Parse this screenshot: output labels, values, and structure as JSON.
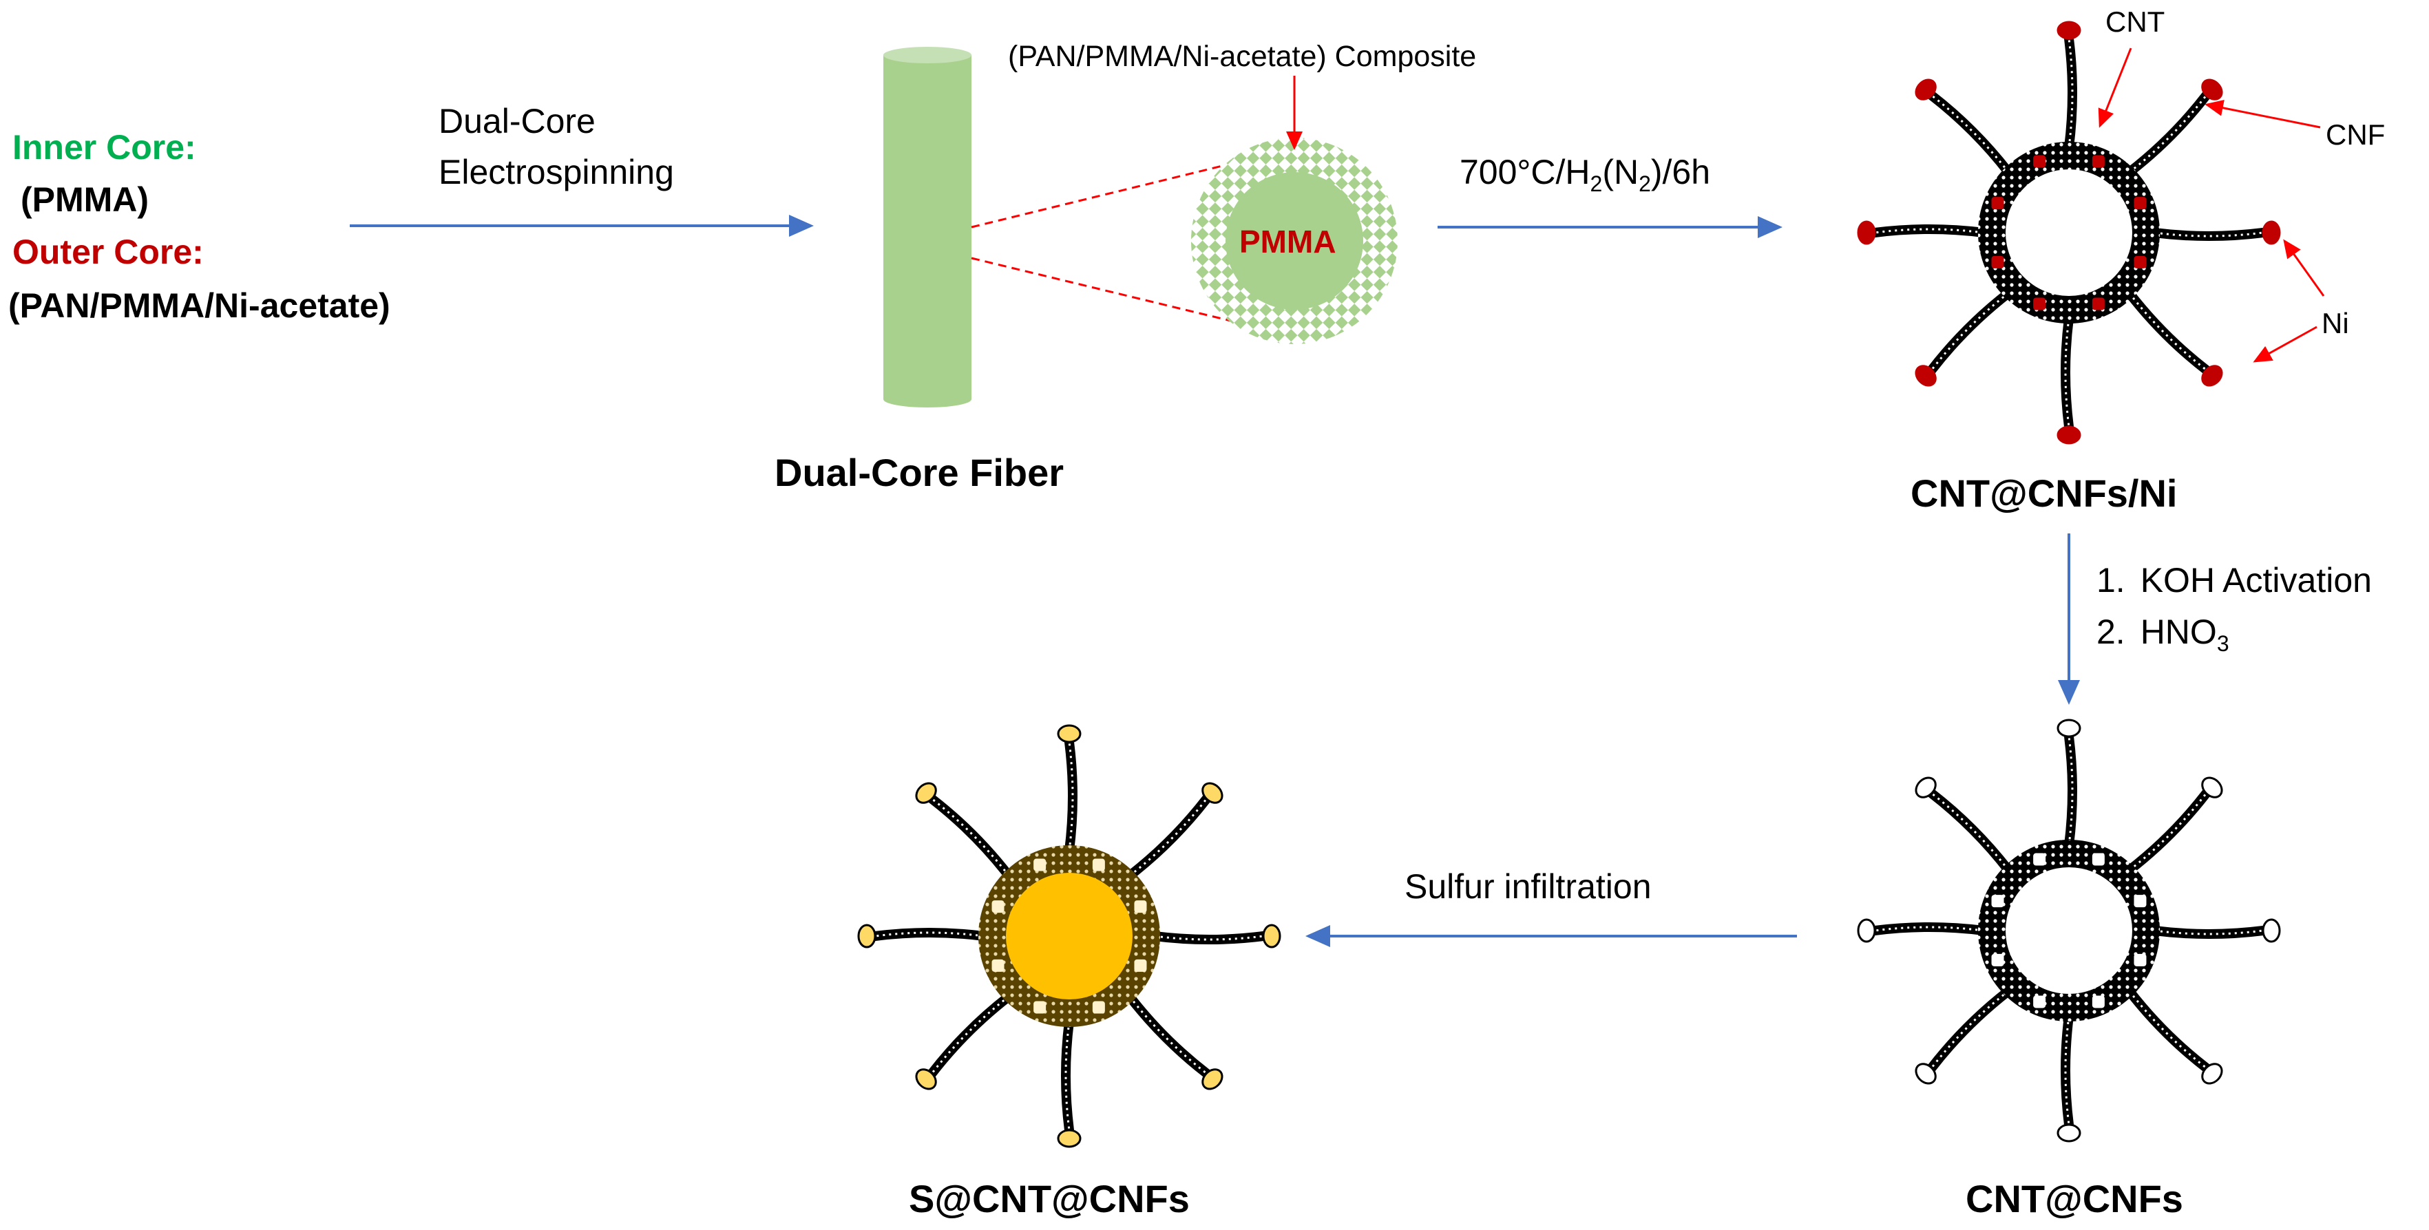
{
  "inputs": {
    "inner_core_label": "Inner Core:",
    "inner_core_value": "(PMMA)",
    "outer_core_label": "Outer Core:",
    "outer_core_value": "(PAN/PMMA/Ni-acetate)"
  },
  "steps": {
    "electrospinning_line1": "Dual-Core",
    "electrospinning_line2": "Electrospinning",
    "heat_treatment_prefix": "700°C/H",
    "heat_treatment_sub1": "2",
    "heat_treatment_mid": "(N",
    "heat_treatment_sub2": "2",
    "heat_treatment_suffix": ")/6h",
    "activation_num_1": "1.",
    "activation_step_1": "KOH Activation",
    "activation_num_2": "2.",
    "activation_step_2_prefix": "HNO",
    "activation_step_2_sub": "3",
    "sulfur": "Sulfur infiltration"
  },
  "fiber": {
    "composite_label": "(PAN/PMMA/Ni-acetate) Composite",
    "core_label": "PMMA",
    "title": "Dual-Core Fiber"
  },
  "products": {
    "cnt_cnf_ni": {
      "title": "CNT@CNFs/Ni",
      "callout_cnt": "CNT",
      "callout_cnf": "CNF",
      "callout_ni": "Ni"
    },
    "cnt_cnf": {
      "title": "CNT@CNFs"
    },
    "s_cnt_cnf": {
      "title": "S@CNT@CNFs"
    }
  },
  "colors": {
    "inner_core_green": "#00B050",
    "outer_core_red": "#C00000",
    "fiber_green": "#A9D18E",
    "arrow_blue": "#4472C4",
    "callout_red": "#FF0000",
    "ni_tip": "#C00000",
    "sulfur_fill": "#FFC000",
    "sulfur_shell": "#7F6000",
    "sulfur_tip": "#FFD966"
  },
  "icons": {
    "fiber": "green-cylinder",
    "cross_section": "checkered-circle",
    "cnt_structure": "radial-nanotube-ring"
  }
}
